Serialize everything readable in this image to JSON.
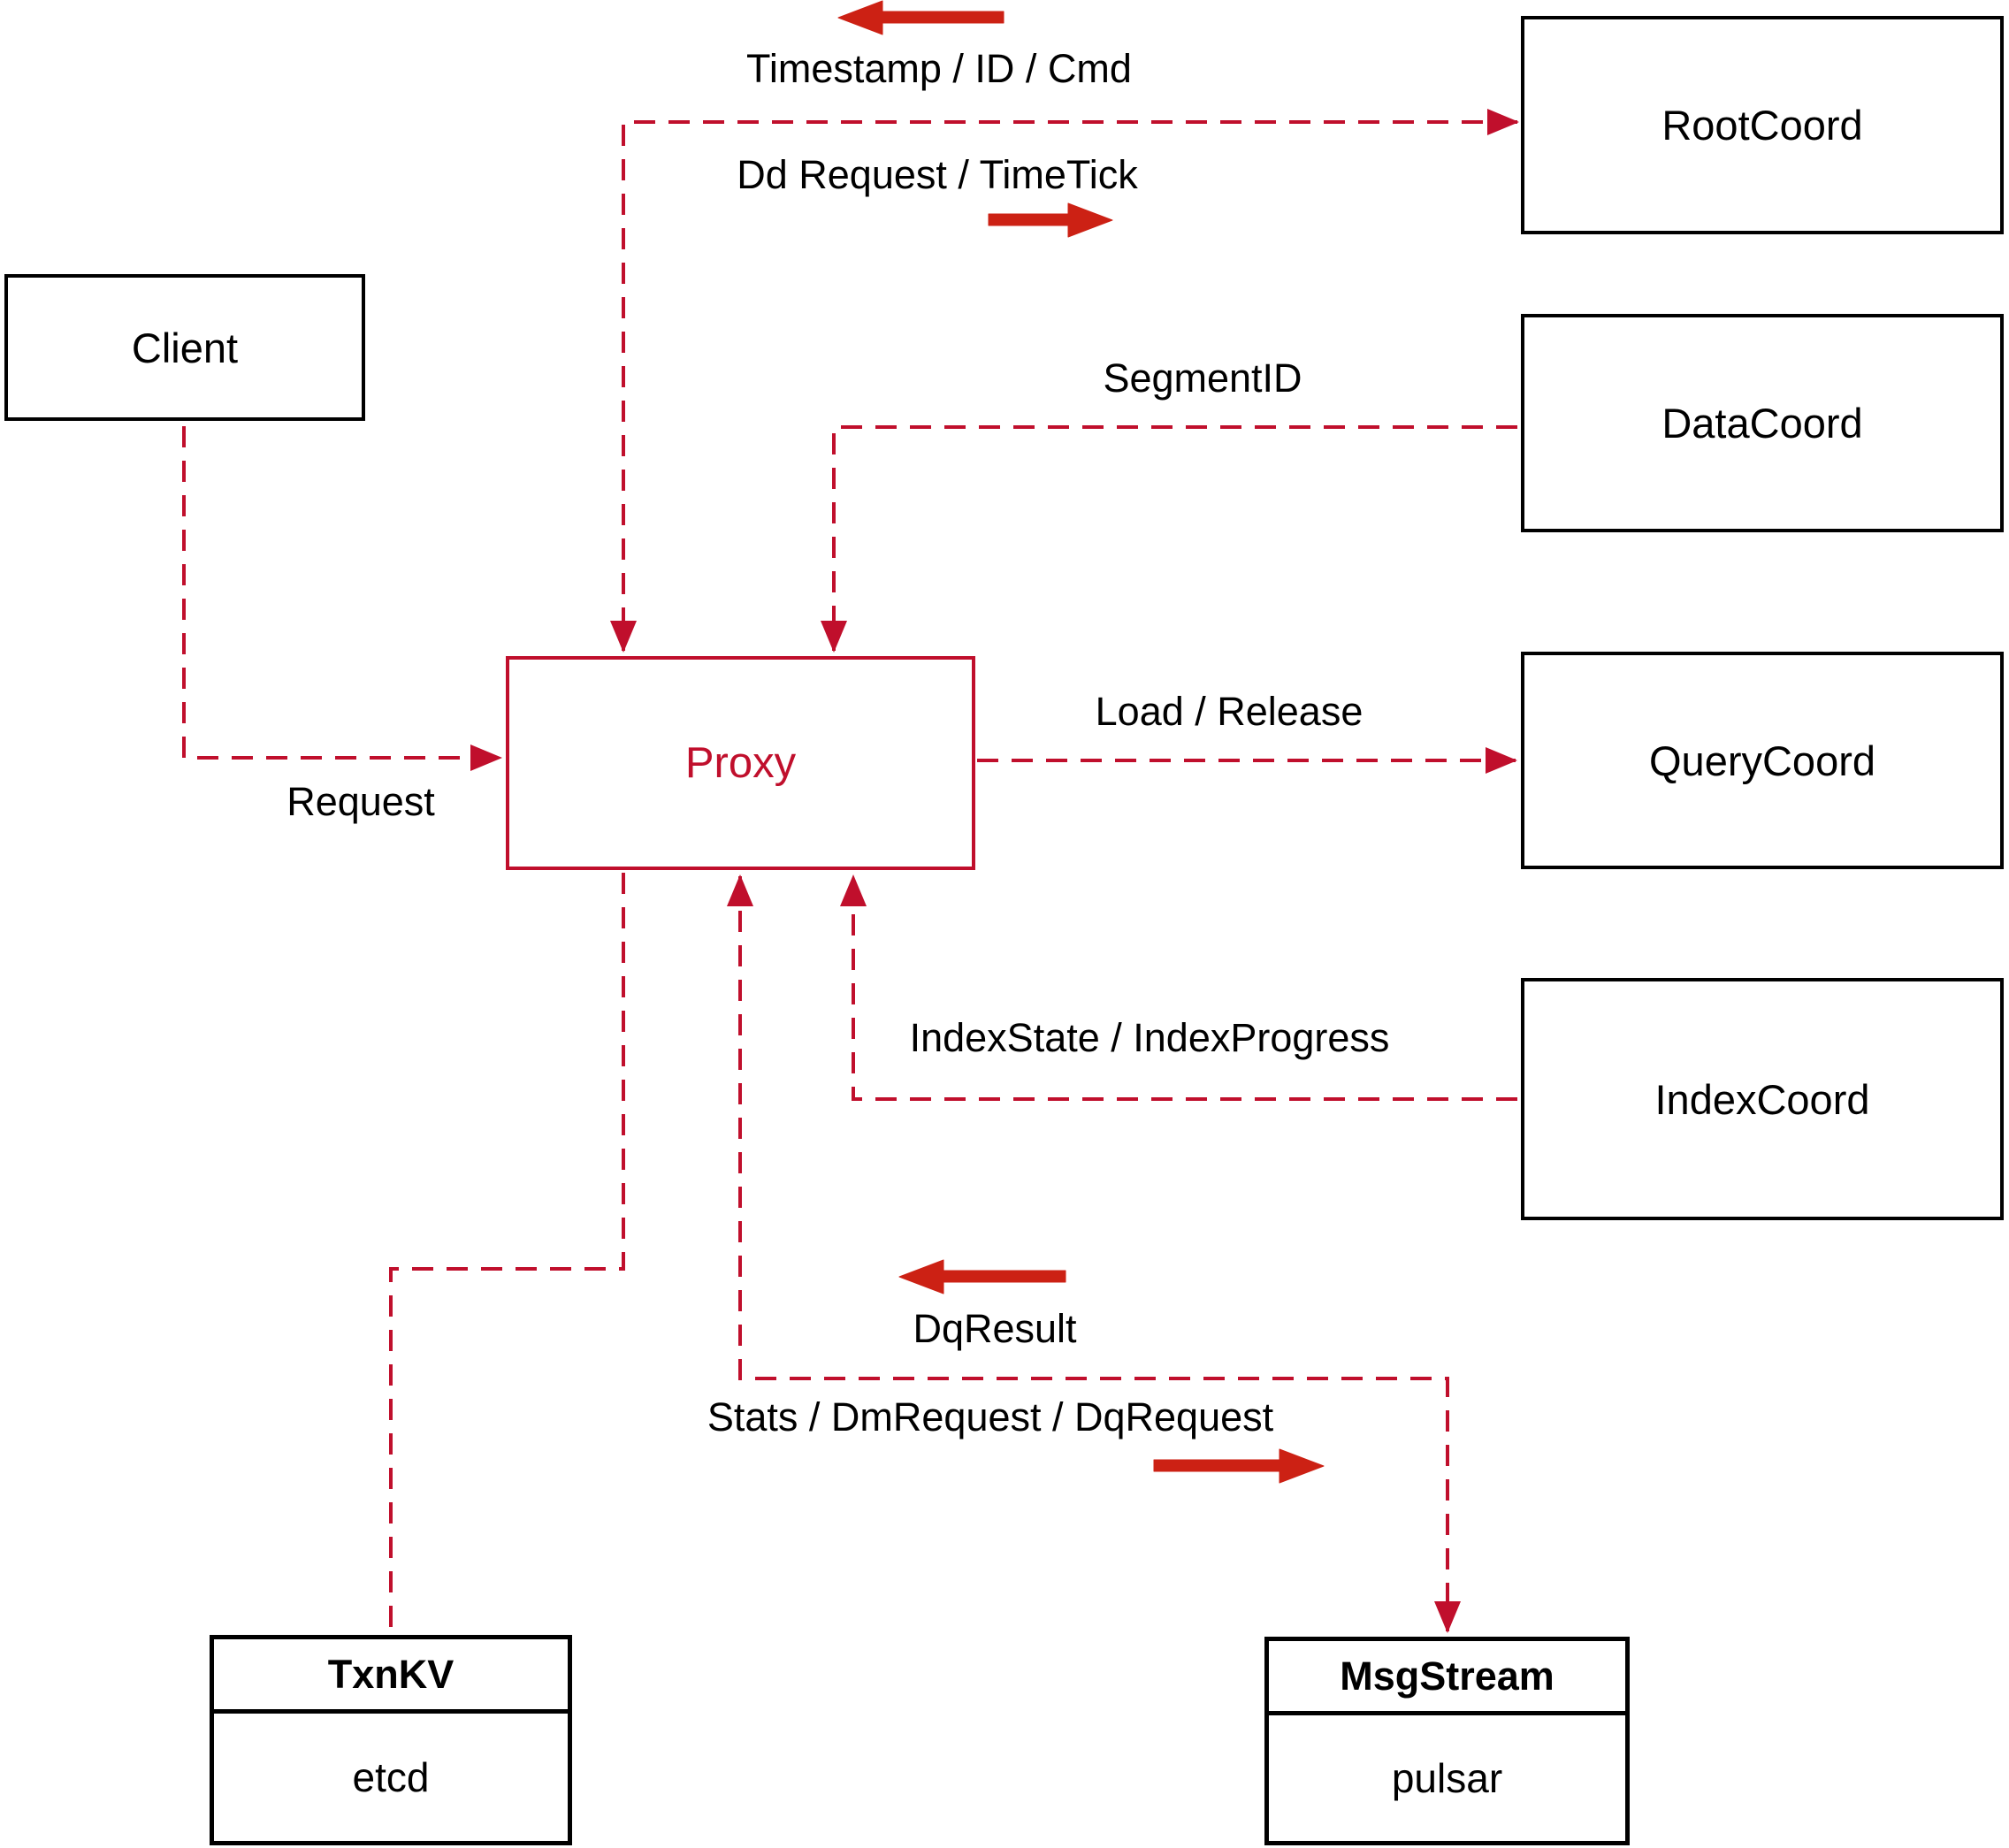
{
  "diagram": {
    "nodes": {
      "client": {
        "label": "Client"
      },
      "proxy": {
        "label": "Proxy"
      },
      "root_coord": {
        "label": "RootCoord"
      },
      "data_coord": {
        "label": "DataCoord"
      },
      "query_coord": {
        "label": "QueryCoord"
      },
      "index_coord": {
        "label": "IndexCoord"
      },
      "txn_kv": {
        "label": "TxnKV",
        "impl": "etcd"
      },
      "msg_stream": {
        "label": "MsgStream",
        "impl": "pulsar"
      }
    },
    "edge_labels": {
      "timestamp_id_cmd": "Timestamp / ID / Cmd",
      "dd_request_timetick": "Dd Request / TimeTick",
      "segment_id": "SegmentID",
      "request": "Request",
      "load_release": "Load / Release",
      "index_state_progress": "IndexState / IndexProgress",
      "dq_result": "DqResult",
      "stats_dm_dq_request": "Stats / DmRequest / DqRequest"
    },
    "colors": {
      "connector_dashed": "#c00f2c",
      "solid_arrow": "#cc2114",
      "box_border": "#000000",
      "proxy_accent": "#c00f2c",
      "text": "#000000",
      "background": "#ffffff"
    }
  }
}
